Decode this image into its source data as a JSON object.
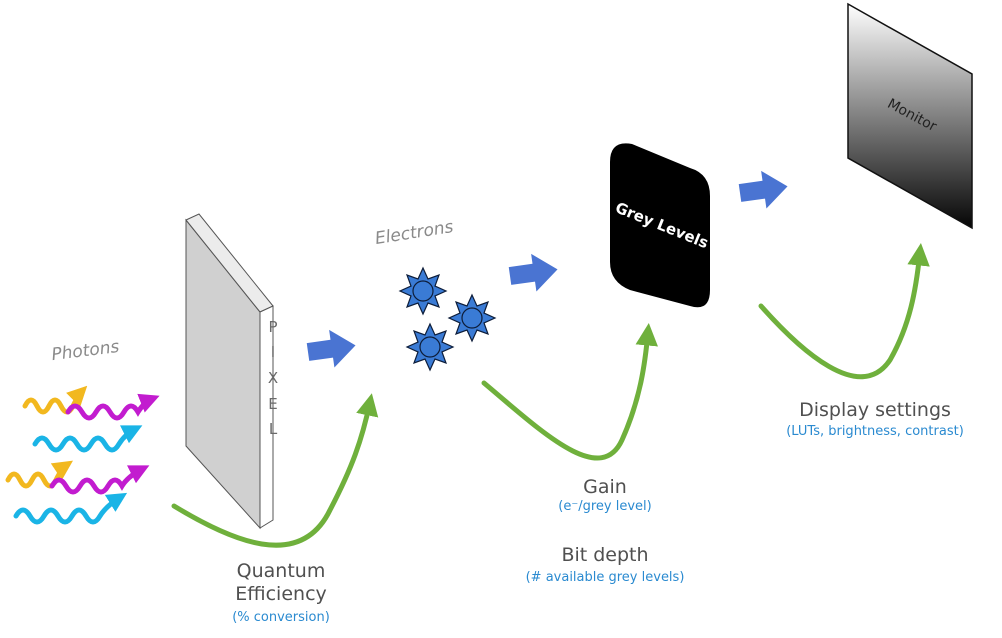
{
  "labels": {
    "photons": "Photons",
    "pixel": [
      "P",
      "I",
      "X",
      "E",
      "L"
    ],
    "electrons": "Electrons",
    "grey_levels": "Grey Levels",
    "monitor": "Monitor",
    "quantum_efficiency": [
      "Quantum",
      "Efficiency"
    ],
    "quantum_efficiency_sub": "(% conversion)",
    "gain": "Gain",
    "gain_sub": "(e⁻/grey level)",
    "bit_depth": "Bit depth",
    "bit_depth_sub": "(# available grey levels)",
    "display_settings": "Display settings",
    "display_settings_sub": "(LUTs, brightness, contrast)"
  },
  "colors": {
    "photon_yellow": "#f2b81f",
    "photon_magenta": "#c21ccf",
    "photon_cyan": "#1ab4e6",
    "flow_arrow": "#4a74d2",
    "curve_arrow": "#6fb03c",
    "electron": "#3a7bd5",
    "sub_text": "#2a8ad0"
  }
}
